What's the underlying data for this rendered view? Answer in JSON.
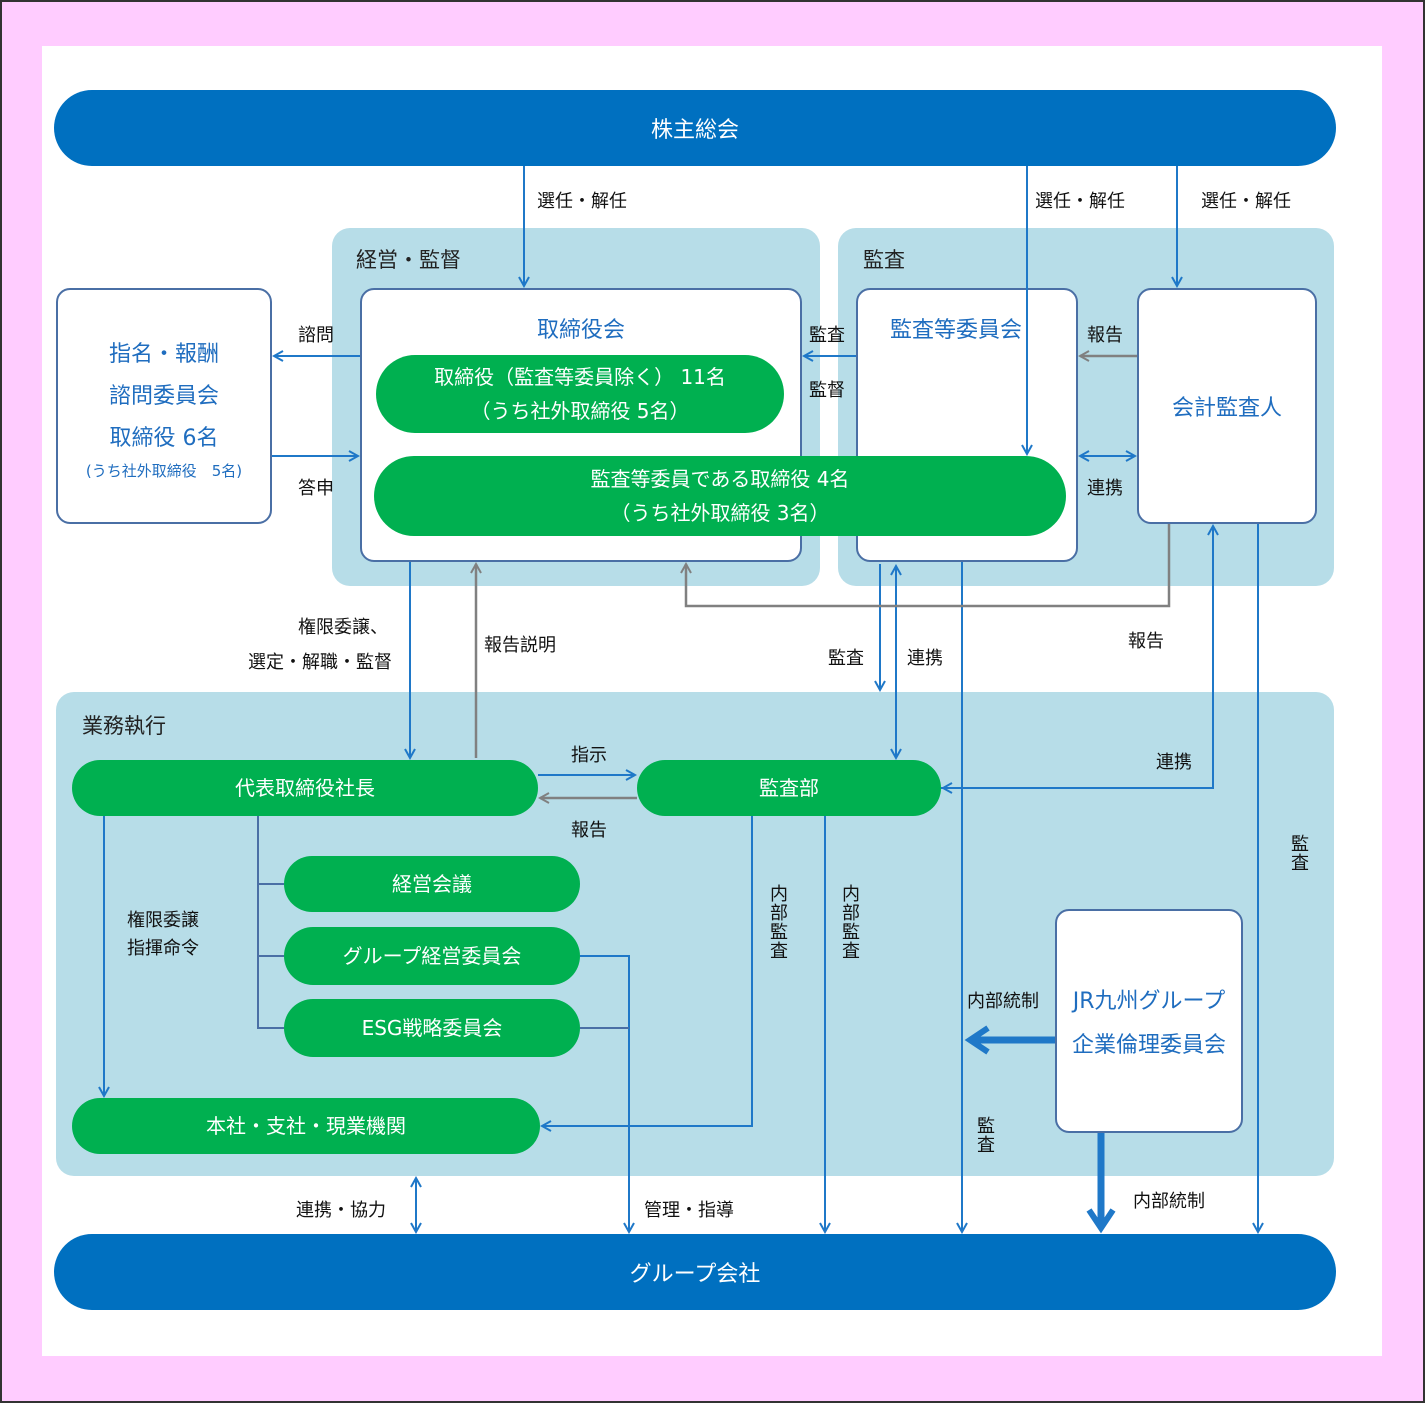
{
  "shareholders": "株主総会",
  "group_companies": "グループ会社",
  "regions": {
    "management": "経営・監督",
    "audit": "監査",
    "execution": "業務執行"
  },
  "nomination": {
    "line1": "指名・報酬",
    "line2": "諮問委員会",
    "line3": "取締役 6名",
    "line4": "(うち社外取締役　5名)"
  },
  "board": {
    "title": "取締役会",
    "directors_l1": "取締役（監査等委員除く） 11名",
    "directors_l2": "（うち社外取締役 5名）",
    "audit_directors_l1": "監査等委員である取締役 4名",
    "audit_directors_l2": "（うち社外取締役 3名）"
  },
  "audit_committee": "監査等委員会",
  "accounting_auditor": "会計監査人",
  "president": "代表取締役社長",
  "audit_dept": "監査部",
  "mgmt_meeting": "経営会議",
  "group_mgmt_committee": "グループ経営委員会",
  "esg_committee": "ESG戦略委員会",
  "branches": "本社・支社・現業機関",
  "ethics": {
    "line1": "JR九州グループ",
    "line2": "企業倫理委員会"
  },
  "labels": {
    "elect1": "選任・解任",
    "elect2": "選任・解任",
    "elect3": "選任・解任",
    "consult": "諮問",
    "answer": "答申",
    "audit_to_board": "監査",
    "supervise": "監督",
    "report_ca": "報告",
    "coop_ca": "連携",
    "delegate_l1": "権限委譲、",
    "delegate_l2": "選定・解職・監督",
    "report_explain": "報告説明",
    "audit_down": "監査",
    "coop_down": "連携",
    "report_right": "報告",
    "coop_right": "連携",
    "instruct": "指示",
    "report_back": "報告",
    "delegate2_l1": "権限委譲",
    "delegate2_l2": "指揮命令",
    "internal_audit1": "内部監査",
    "internal_audit2": "内部監査",
    "audit_vert_right": "監査",
    "internal_control1": "内部統制",
    "audit_vert_mid": "監査",
    "internal_control2": "内部統制",
    "coop_assist": "連携・協力",
    "manage_guide": "管理・指導"
  },
  "colors": {
    "border": "#ffccff",
    "blue": "#0070c0",
    "green": "#00b050",
    "region": "#b7dde8",
    "arrow_blue": "#1f78c8",
    "arrow_gray": "#808080"
  }
}
